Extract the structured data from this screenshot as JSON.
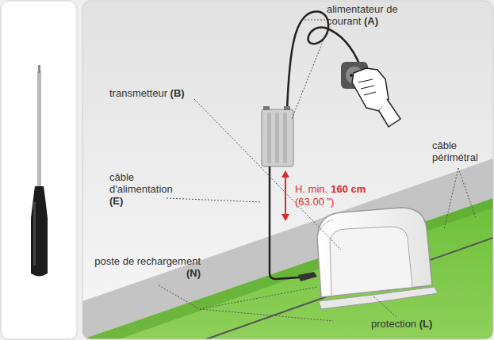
{
  "diagram": {
    "labels": [
      "alimentateur de courant (A)",
      "transmetteur (B)",
      "câble périmétral",
      "H. min.",
      "160 cm",
      "(63.00 \")",
      "câble d'alimentation (E)",
      "poste de rechargement (N)",
      "protection (L)"
    ]
  }
}
